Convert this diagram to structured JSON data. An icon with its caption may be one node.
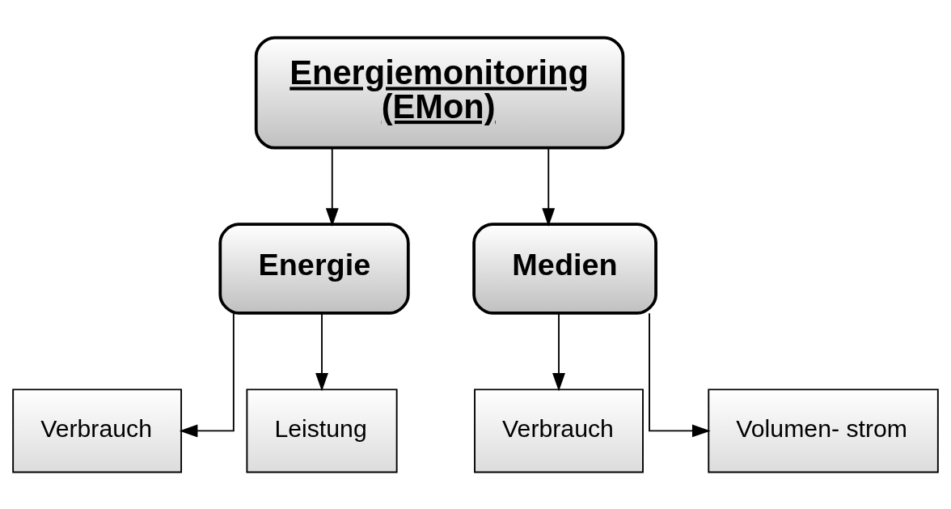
{
  "diagram": {
    "nodes": [
      {
        "text": [
          "Energiemonitoring (EMon)"
        ]
      },
      {
        "text": [
          "Energie"
        ]
      },
      {
        "text": [
          "Medien"
        ]
      },
      {
        "text": [
          "Verbrauch"
        ]
      },
      {
        "text": [
          "Leistung"
        ]
      },
      {
        "text": [
          "Verbrauch"
        ]
      },
      {
        "text": [
          "Volumen- strom"
        ]
      }
    ],
    "edges": [
      {
        "from": 0,
        "to": 1,
        "arrow": "to"
      },
      {
        "from": 0,
        "to": 2,
        "arrow": "to"
      },
      {
        "from": 1,
        "to": 3,
        "arrow": "to"
      },
      {
        "from": 1,
        "to": 4,
        "arrow": "to"
      },
      {
        "from": 2,
        "to": 5,
        "arrow": "to"
      },
      {
        "from": 2,
        "to": 6,
        "arrow": "to"
      }
    ]
  }
}
